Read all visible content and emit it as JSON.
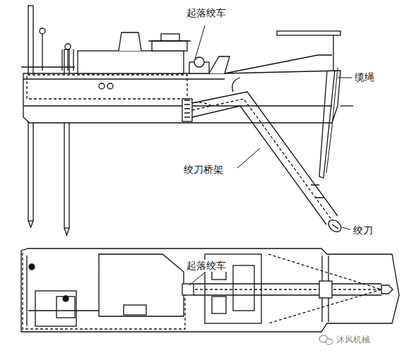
{
  "diagram": {
    "labels": [
      "起落绞车",
      "缆绳",
      "绞刀桥架",
      "绞刀",
      "起落绞车",
      "沐风机械"
    ]
  }
}
